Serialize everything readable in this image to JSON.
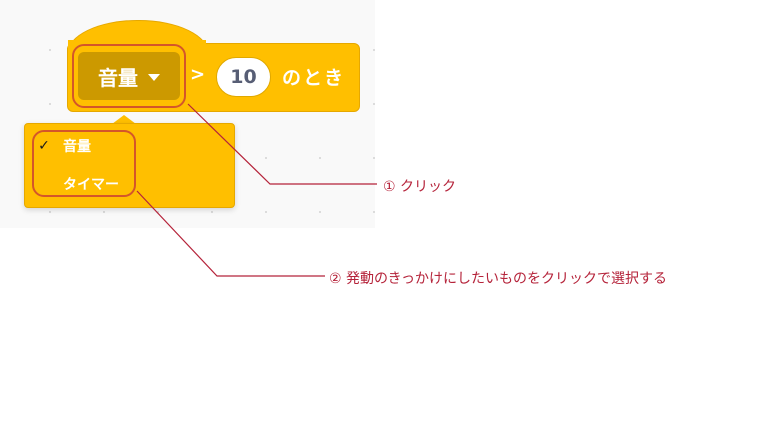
{
  "block": {
    "dropdown_value": "音量",
    "operator": ">",
    "number_value": "10",
    "suffix": "のとき",
    "colors": {
      "block": "#ffbf00",
      "field": "#cc9900",
      "highlight": "#d4562a"
    }
  },
  "menu": {
    "items": [
      {
        "label": "音量",
        "checked": "✓"
      },
      {
        "label": "タイマー",
        "checked": ""
      }
    ]
  },
  "annotations": {
    "step1": "① クリック",
    "step2": "② 発動のきっかけにしたいものをクリックで選択する",
    "color": "#b5233a"
  }
}
